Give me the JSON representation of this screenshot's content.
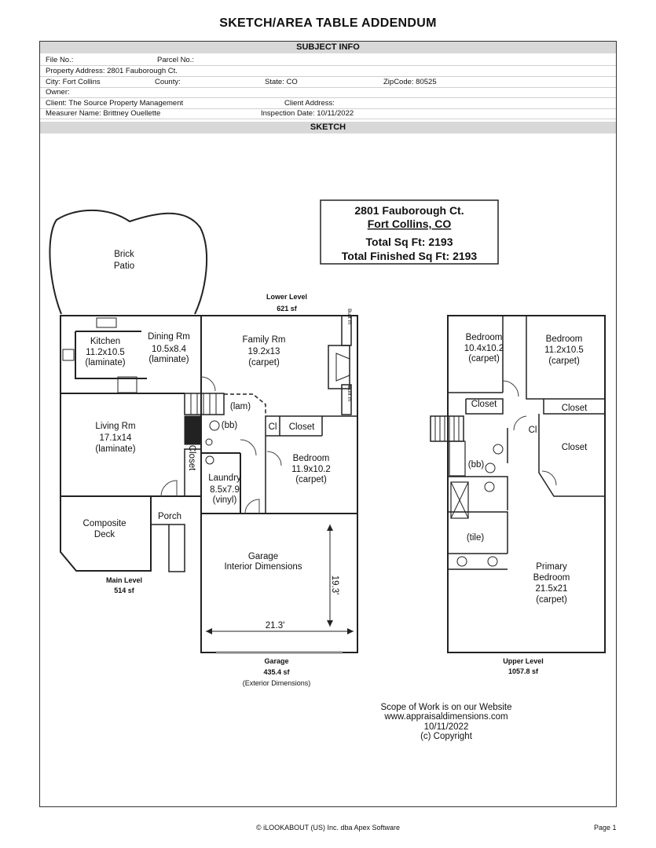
{
  "title": "SKETCH/AREA TABLE ADDENDUM",
  "subject_info": {
    "heading": "SUBJECT INFO",
    "file_no_label": "File No.:",
    "parcel_no_label": "Parcel No.:",
    "property_address": "Property Address: 2801 Fauborough Ct.",
    "city": "City: Fort Collins",
    "county_label": "County:",
    "state": "State: CO",
    "zipcode": "ZipCode: 80525",
    "owner_label": "Owner:",
    "client": "Client: The Source Property Management",
    "client_address_label": "Client Address:",
    "measurer": "Measurer Name: Brittney Ouellette",
    "inspection_date": "Inspection Date: 10/11/2022"
  },
  "sketch": {
    "heading": "SKETCH",
    "summary": {
      "address": "2801 Fauborough Ct.",
      "city": "Fort Collins, CO",
      "total_sqft": "Total Sq Ft:  2193",
      "total_finished_sqft": "Total Finished Sq Ft:  2193"
    },
    "rooms": {
      "brick_patio": [
        "Brick",
        "Patio"
      ],
      "kitchen": [
        "Kitchen",
        "11.2x10.5",
        "(laminate)"
      ],
      "dining": [
        "Dining Rm",
        "10.5x8.4",
        "(laminate)"
      ],
      "family": [
        "Family Rm",
        "19.2x13",
        "(carpet)"
      ],
      "living": [
        "Living Rm",
        "17.1x14",
        "(laminate)"
      ],
      "lower_bedroom": [
        "Bedroom",
        "11.9x10.2",
        "(carpet)"
      ],
      "laundry": [
        "Laundry",
        "8.5x7.9",
        "(vinyl)"
      ],
      "composite_deck": [
        "Composite",
        "Deck"
      ],
      "porch": "Porch",
      "garage_interior": [
        "Garage",
        "Interior Dimensions"
      ],
      "garage_depth": "19.3'",
      "garage_width": "21.3'",
      "bed1": [
        "Bedroom",
        "10.4x10.2",
        "(carpet)"
      ],
      "bed2": [
        "Bedroom",
        "11.2x10.5",
        "(carpet)"
      ],
      "primary": [
        "Primary",
        "Bedroom",
        "21.5x21",
        "(carpet)"
      ],
      "built_in": "Built In",
      "lam": "(lam)",
      "bb": "(bb)",
      "tile": "(tile)",
      "cl": "Cl",
      "closet": "Closet"
    },
    "levels": {
      "lower": [
        "Lower Level",
        "621 sf"
      ],
      "main": [
        "Main Level",
        "514 sf"
      ],
      "garage": [
        "Garage",
        "435.4 sf",
        "(Exterior Dimensions)"
      ],
      "upper": [
        "Upper Level",
        "1057.8 sf"
      ]
    },
    "scope": [
      "Scope of Work is on our Website",
      "www.appraisaldimensions.com",
      "10/11/2022",
      "(c) Copyright"
    ]
  },
  "footer": "© iLOOKABOUT (US) Inc. dba Apex Software",
  "page": "Page 1"
}
